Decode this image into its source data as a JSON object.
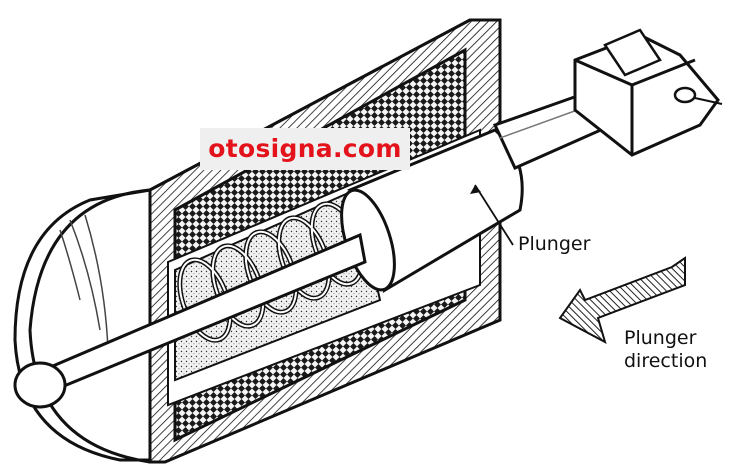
{
  "watermark": "otosigna.com",
  "labels": {
    "plunger": "Plunger",
    "direction_line1": "Plunger",
    "direction_line2": "direction"
  },
  "colors": {
    "ink": "#111111",
    "watermark_text": "#e3121b",
    "watermark_bg": "#efefef"
  }
}
